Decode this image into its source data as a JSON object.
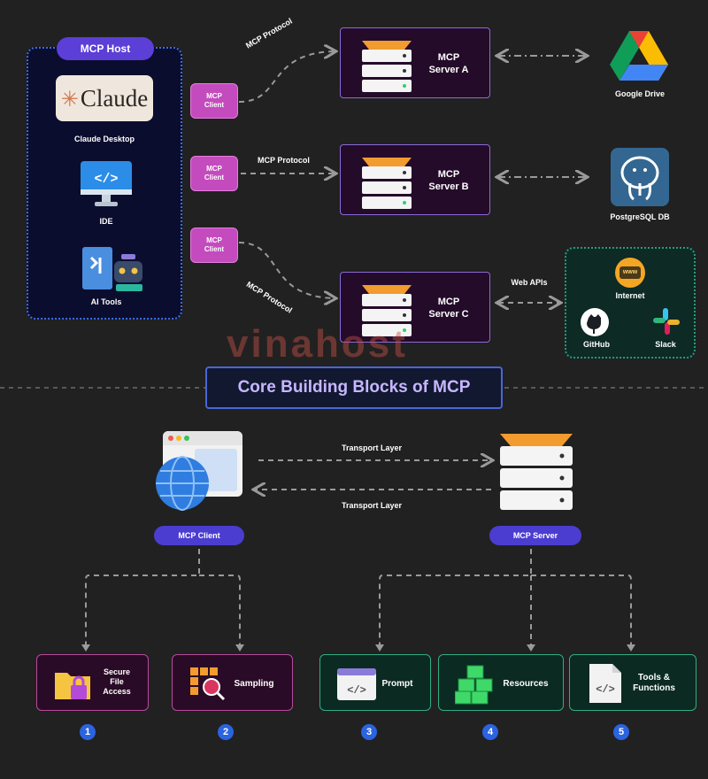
{
  "host": {
    "title": "MCP Host",
    "claude_logo_text": "Claude",
    "items": [
      "Claude Desktop",
      "IDE",
      "AI Tools"
    ]
  },
  "clients": {
    "label_line1": "MCP",
    "label_line2": "Client"
  },
  "protocol_label": "MCP Protocol",
  "servers": [
    {
      "line1": "MCP",
      "line2": "Server A"
    },
    {
      "line1": "MCP",
      "line2": "Server B"
    },
    {
      "line1": "MCP",
      "line2": "Server C"
    }
  ],
  "resources": {
    "google_drive": "Google Drive",
    "postgres": "PostgreSQL DB",
    "web_apis": "Web APIs",
    "internet": "Internet",
    "www": "www",
    "github": "GitHub",
    "slack": "Slack"
  },
  "watermark": "vinahost",
  "section_title": "Core Building Blocks of MCP",
  "bottom": {
    "transport_top": "Transport Layer",
    "transport_bottom": "Transport Layer",
    "client_pill": "MCP Client",
    "server_pill": "MCP Server",
    "cards": [
      {
        "label": "Secure File Access",
        "l1": "Secure",
        "l2": "File",
        "l3": "Access",
        "num": "1"
      },
      {
        "label": "Sampling",
        "num": "2"
      },
      {
        "label": "Prompt",
        "num": "3"
      },
      {
        "label": "Resources",
        "num": "4"
      },
      {
        "label": "Tools & Functions",
        "l1": "Tools &",
        "l2": "Functions",
        "num": "5"
      }
    ]
  },
  "colors": {
    "background": "#212121",
    "client_pink": "#c44bbd",
    "server_purple": "#8a6bd8",
    "accent_blue": "#4b3dd0",
    "resource_green": "#2fae84"
  }
}
